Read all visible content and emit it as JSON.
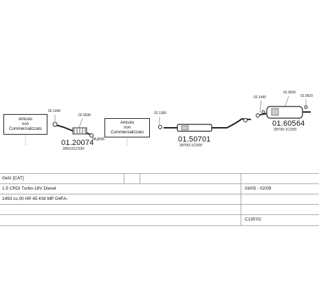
{
  "diagram": {
    "box1_text": "Articolo\nnon\nCommercializzato",
    "box2_text": "Articolo\nnon\nCommercializzato",
    "parts": [
      {
        "ref": "02.1440"
      },
      {
        "ref": "02.9536"
      },
      {
        "ref": "02.9536"
      },
      {
        "ref": "02.1360"
      },
      {
        "ref": "02.1440"
      },
      {
        "ref": "02.9520"
      },
      {
        "ref": "02.9520"
      }
    ],
    "main_parts": [
      {
        "code": "01.20074",
        "oem": "286101C530"
      },
      {
        "code": "01.50701",
        "oem": "28700-1C500"
      },
      {
        "code": "01.60564",
        "oem": "28730-1C200"
      }
    ]
  },
  "table": {
    "model": "Getz  [CAT]",
    "engine": "1.5 CRDi Turbo-16V Diesel",
    "dates": "03/05 - 02/09",
    "spec": "1493 cc,00 HP  65 KW  MP D4FA-",
    "code": "C130'02"
  }
}
